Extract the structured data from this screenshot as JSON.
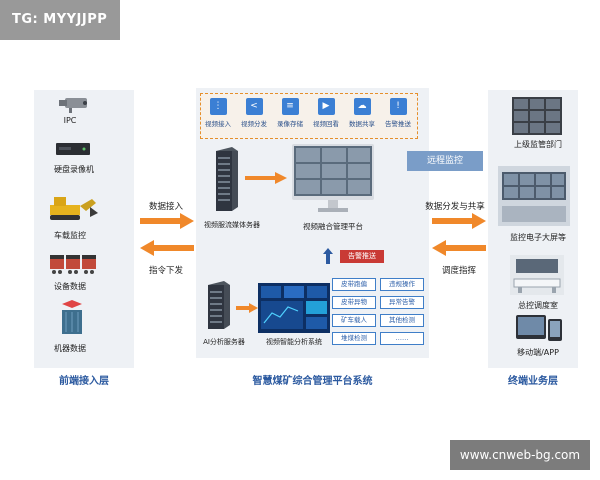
{
  "watermark_tag": "TG: MYYJJPP",
  "site_label": "www.cnweb-bg.com",
  "front_end": {
    "title": "前端接入层",
    "devices": [
      "IPC",
      "硬盘录像机",
      "车载监控",
      "设备数据",
      "机器数据"
    ]
  },
  "platform": {
    "title": "智慧煤矿综合管理平台系统",
    "functions": [
      "视频接入",
      "视频分发",
      "录像存储",
      "视频回看",
      "数据共享",
      "告警推送"
    ],
    "media_server": "视频服流媒体务器",
    "fusion_platform": "视频融合管理平台",
    "alert": "告警推送",
    "ai_server": "AI分析服务器",
    "ai_system": "视频智能分析系统",
    "detections": [
      "皮带跑偏",
      "违规操作",
      "皮带异物",
      "异常告警",
      "矿车载人",
      "其他检测",
      "堆煤检测",
      "……"
    ]
  },
  "flows": {
    "data_in": "数据接入",
    "cmd_down": "指令下发",
    "remote": "远程监控",
    "share": "数据分发与共享",
    "dispatch": "调度指挥"
  },
  "terminal": {
    "title": "终端业务层",
    "items": [
      "上级监管部门",
      "监控电子大屏等",
      "总控调度室",
      "移动端/APP"
    ]
  },
  "colors": {
    "accent_blue": "#2c5aa0",
    "arrow_orange": "#f0882a",
    "alert_red": "#c93a35",
    "panel_bg": "#eef1f5"
  }
}
